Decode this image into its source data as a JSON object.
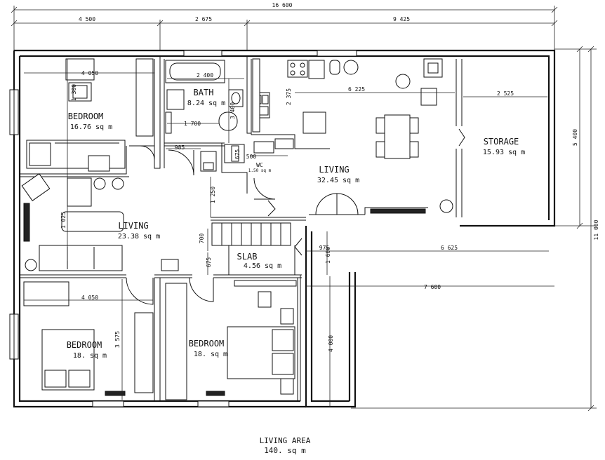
{
  "plan": {
    "rooms": {
      "bedroom_nw": {
        "name": "BEDROOM",
        "area": "16.76 sq m"
      },
      "bath": {
        "name": "BATH",
        "area": "8.24 sq m"
      },
      "living_west": {
        "name": "LIVING",
        "area": "23.38 sq m"
      },
      "living_east": {
        "name": "LIVING",
        "area": "32.45 sq m"
      },
      "storage": {
        "name": "STORAGE",
        "area": "15.93 sq m"
      },
      "slab": {
        "name": "SLAB",
        "area": "4.56 sq m"
      },
      "bedroom_sw": {
        "name": "BEDROOM",
        "area": "18. sq m"
      },
      "bedroom_s": {
        "name": "BEDROOM",
        "area": "18. sq m"
      },
      "wc": {
        "name": "WC",
        "area": "1.50 sq m"
      }
    },
    "dimensions": {
      "overall_width": "16 600",
      "top_seg_1": "4 500",
      "top_seg_2": "2 675",
      "top_seg_3": "9 425",
      "right_upper": "5 400",
      "right_total": "11 000",
      "right_lower": "4 000",
      "d_4050_top": "4 050",
      "d_2400": "2 400",
      "d_2375": "2 375",
      "d_6225": "6 225",
      "d_2525": "2 525",
      "d_1300": "1 300",
      "d_3400": "3 400",
      "d_1700": "1 700",
      "d_985": "985",
      "d_675a": "675",
      "d_500": "500",
      "d_1250": "1 250",
      "d_1025": "1 025",
      "d_700": "700",
      "d_675b": "675",
      "d_975": "975",
      "d_1600": "1 600",
      "d_6625": "6 625",
      "d_7600": "7 600",
      "d_4050_bot": "4 050",
      "d_3575": "3 575"
    },
    "footer": {
      "title": "LIVING AREA",
      "area": "140. sq m"
    }
  }
}
